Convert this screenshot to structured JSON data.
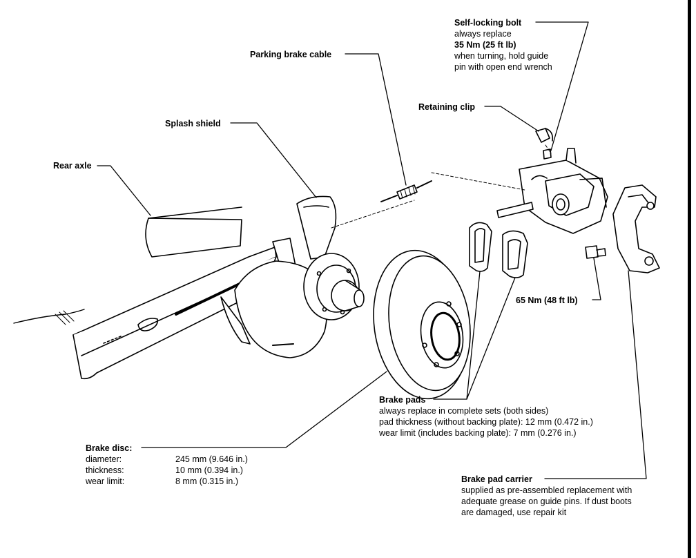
{
  "labels": {
    "self_locking_bolt": {
      "title": "Self-locking bolt",
      "lines": [
        "always replace",
        "35 Nm (25 ft lb)",
        "when turning, hold guide",
        "pin with open end wrench"
      ]
    },
    "parking_brake_cable": "Parking brake cable",
    "retaining_clip": "Retaining clip",
    "splash_shield": "Splash shield",
    "rear_axle": "Rear axle",
    "torque_65": "65 Nm (48 ft lb)",
    "brake_pads": {
      "title": "Brake pads",
      "lines": [
        "always replace in complete sets (both sides)",
        "pad thickness (without backing plate): 12 mm (0.472 in.)",
        "wear limit (includes backing plate): 7 mm (0.276 in.)"
      ]
    },
    "brake_disc": {
      "title": "Brake disc:",
      "specs": [
        {
          "key": "diameter:",
          "value": "245 mm (9.646 in.)"
        },
        {
          "key": "thickness:",
          "value": "10 mm (0.394 in.)"
        },
        {
          "key": "wear limit:",
          "value": "8 mm (0.315 in.)"
        }
      ]
    },
    "brake_pad_carrier": {
      "title": "Brake pad carrier",
      "lines": [
        "supplied as pre-assembled replacement with",
        "adequate grease on guide pins. If dust boots",
        "are damaged, use repair kit"
      ]
    }
  }
}
